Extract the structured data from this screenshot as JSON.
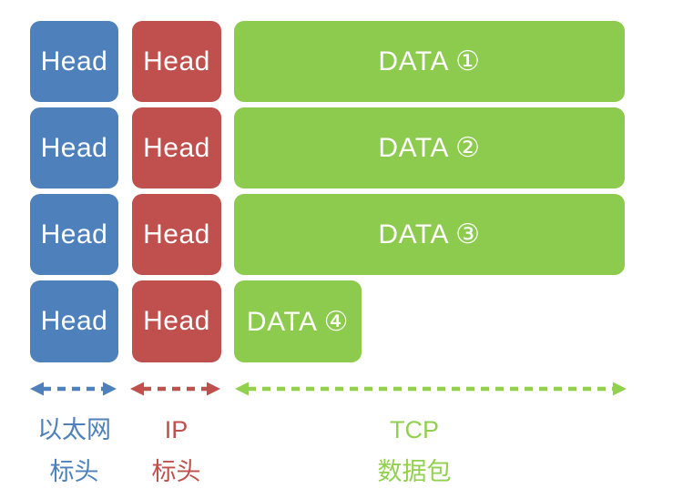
{
  "packet_rows": [
    {
      "ethernet_header": "Head",
      "ip_header": "Head",
      "tcp_data": "DATA ①",
      "tcp_data_size": "full"
    },
    {
      "ethernet_header": "Head",
      "ip_header": "Head",
      "tcp_data": "DATA ②",
      "tcp_data_size": "full"
    },
    {
      "ethernet_header": "Head",
      "ip_header": "Head",
      "tcp_data": "DATA ③",
      "tcp_data_size": "full"
    },
    {
      "ethernet_header": "Head",
      "ip_header": "Head",
      "tcp_data": "DATA ④",
      "tcp_data_size": "partial"
    }
  ],
  "legend": {
    "ethernet": {
      "line1": "以太网",
      "line2": "标头"
    },
    "ip": {
      "line1": "IP",
      "line2": "标头"
    },
    "tcp": {
      "line1": "TCP",
      "line2": "数据包"
    }
  },
  "colors": {
    "blue": "#4E81BC",
    "red": "#C0504D",
    "green": "#8DCB4E",
    "green-text": "#92D04F",
    "background": "#FFFFFF"
  }
}
